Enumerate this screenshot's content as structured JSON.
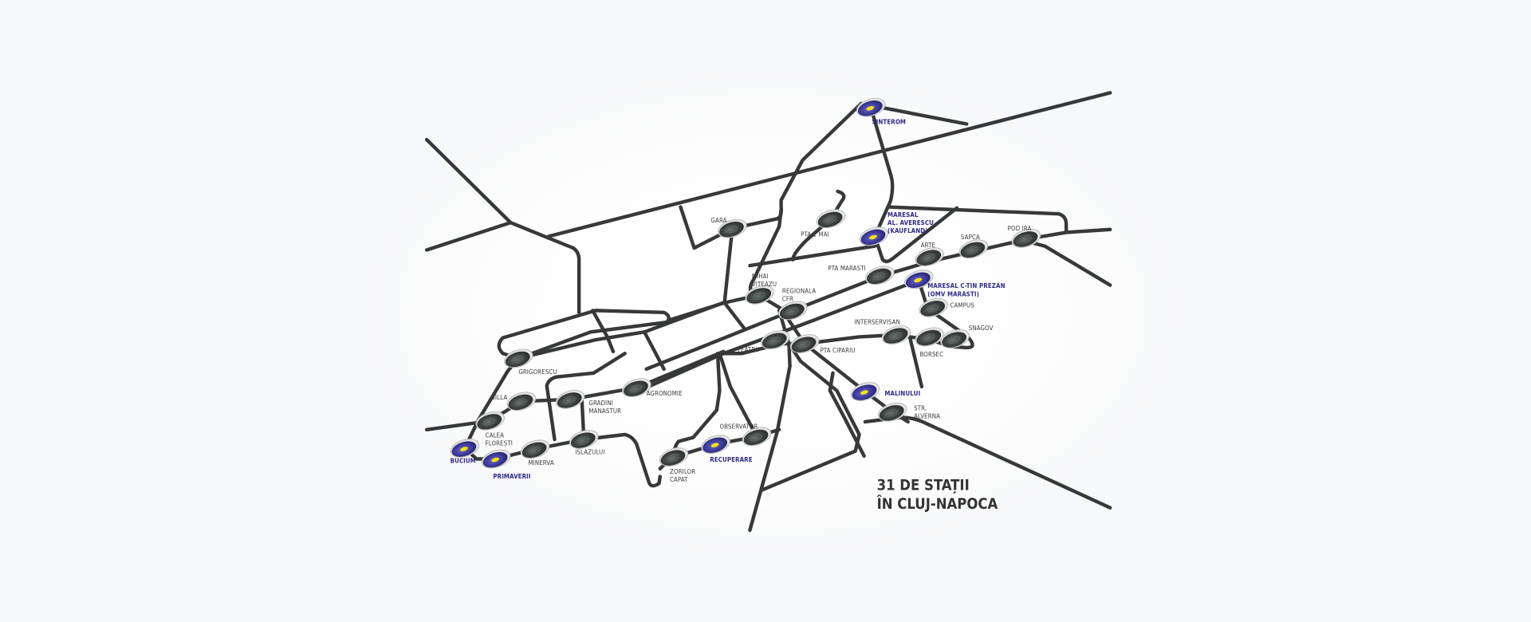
{
  "title": {
    "line1": "31 DE STAȚII",
    "line2": "ÎN CLUJ-NAPOCA"
  },
  "colors": {
    "road": "#373839",
    "accent_station": "#3d3a9a",
    "accent_center": "#f2e01a",
    "regular_station": "#4a4f4c",
    "accent_label": "#2e2a86"
  },
  "stations": [
    {
      "type": "accent",
      "lines": [
        "SINTEROM"
      ]
    },
    {
      "type": "regular",
      "lines": [
        "GARA"
      ]
    },
    {
      "type": "regular",
      "lines": [
        "PTA 1 MAI"
      ]
    },
    {
      "type": "accent",
      "lines": [
        "MARESAL",
        "AL. AVERESCU",
        "(KAUFLAND)"
      ]
    },
    {
      "type": "regular",
      "lines": [
        "ARTE"
      ]
    },
    {
      "type": "regular",
      "lines": [
        "SAPCA"
      ]
    },
    {
      "type": "regular",
      "lines": [
        "POD IRA"
      ]
    },
    {
      "type": "regular",
      "lines": [
        "PTA MARASTI"
      ]
    },
    {
      "type": "accent",
      "lines": [
        "MARESAL C-TIN PREZAN",
        "(OMV MARASTI)"
      ]
    },
    {
      "type": "regular",
      "lines": [
        "MIHAI",
        "VITEAZU"
      ]
    },
    {
      "type": "regular",
      "lines": [
        "REGIONALA",
        "CFR"
      ]
    },
    {
      "type": "regular",
      "lines": [
        "CAMPUS"
      ]
    },
    {
      "type": "regular",
      "lines": [
        "INTERSERVISAN"
      ]
    },
    {
      "type": "regular",
      "lines": [
        "BORSEC"
      ]
    },
    {
      "type": "regular",
      "lines": [
        "SNAGOV"
      ]
    },
    {
      "type": "regular",
      "lines": [
        "TEATRU"
      ]
    },
    {
      "type": "regular",
      "lines": [
        "PTA CIPARIU"
      ]
    },
    {
      "type": "regular",
      "lines": [
        "GRIGORESCU"
      ]
    },
    {
      "type": "regular",
      "lines": [
        "AGRONOMIE"
      ]
    },
    {
      "type": "regular",
      "lines": [
        "BILLA"
      ]
    },
    {
      "type": "regular",
      "lines": [
        "GRADINI",
        "MANASTUR"
      ]
    },
    {
      "type": "accent",
      "lines": [
        "MALINULUI"
      ]
    },
    {
      "type": "regular",
      "lines": [
        "STR.",
        "ALVERNA"
      ]
    },
    {
      "type": "regular",
      "lines": [
        "CALEA",
        "FLORESTI"
      ]
    },
    {
      "type": "regular",
      "lines": [
        "ISLAZULUI"
      ]
    },
    {
      "type": "regular",
      "lines": [
        "OBSERVATOR"
      ]
    },
    {
      "type": "accent",
      "lines": [
        "RECUPERARE"
      ]
    },
    {
      "type": "accent",
      "lines": [
        "BUCIUM"
      ]
    },
    {
      "type": "regular",
      "lines": [
        "MINERVA"
      ]
    },
    {
      "type": "regular",
      "lines": [
        "ZORILOR",
        "CAPAT"
      ]
    },
    {
      "type": "accent",
      "lines": [
        "PRIMAVERII"
      ]
    }
  ]
}
